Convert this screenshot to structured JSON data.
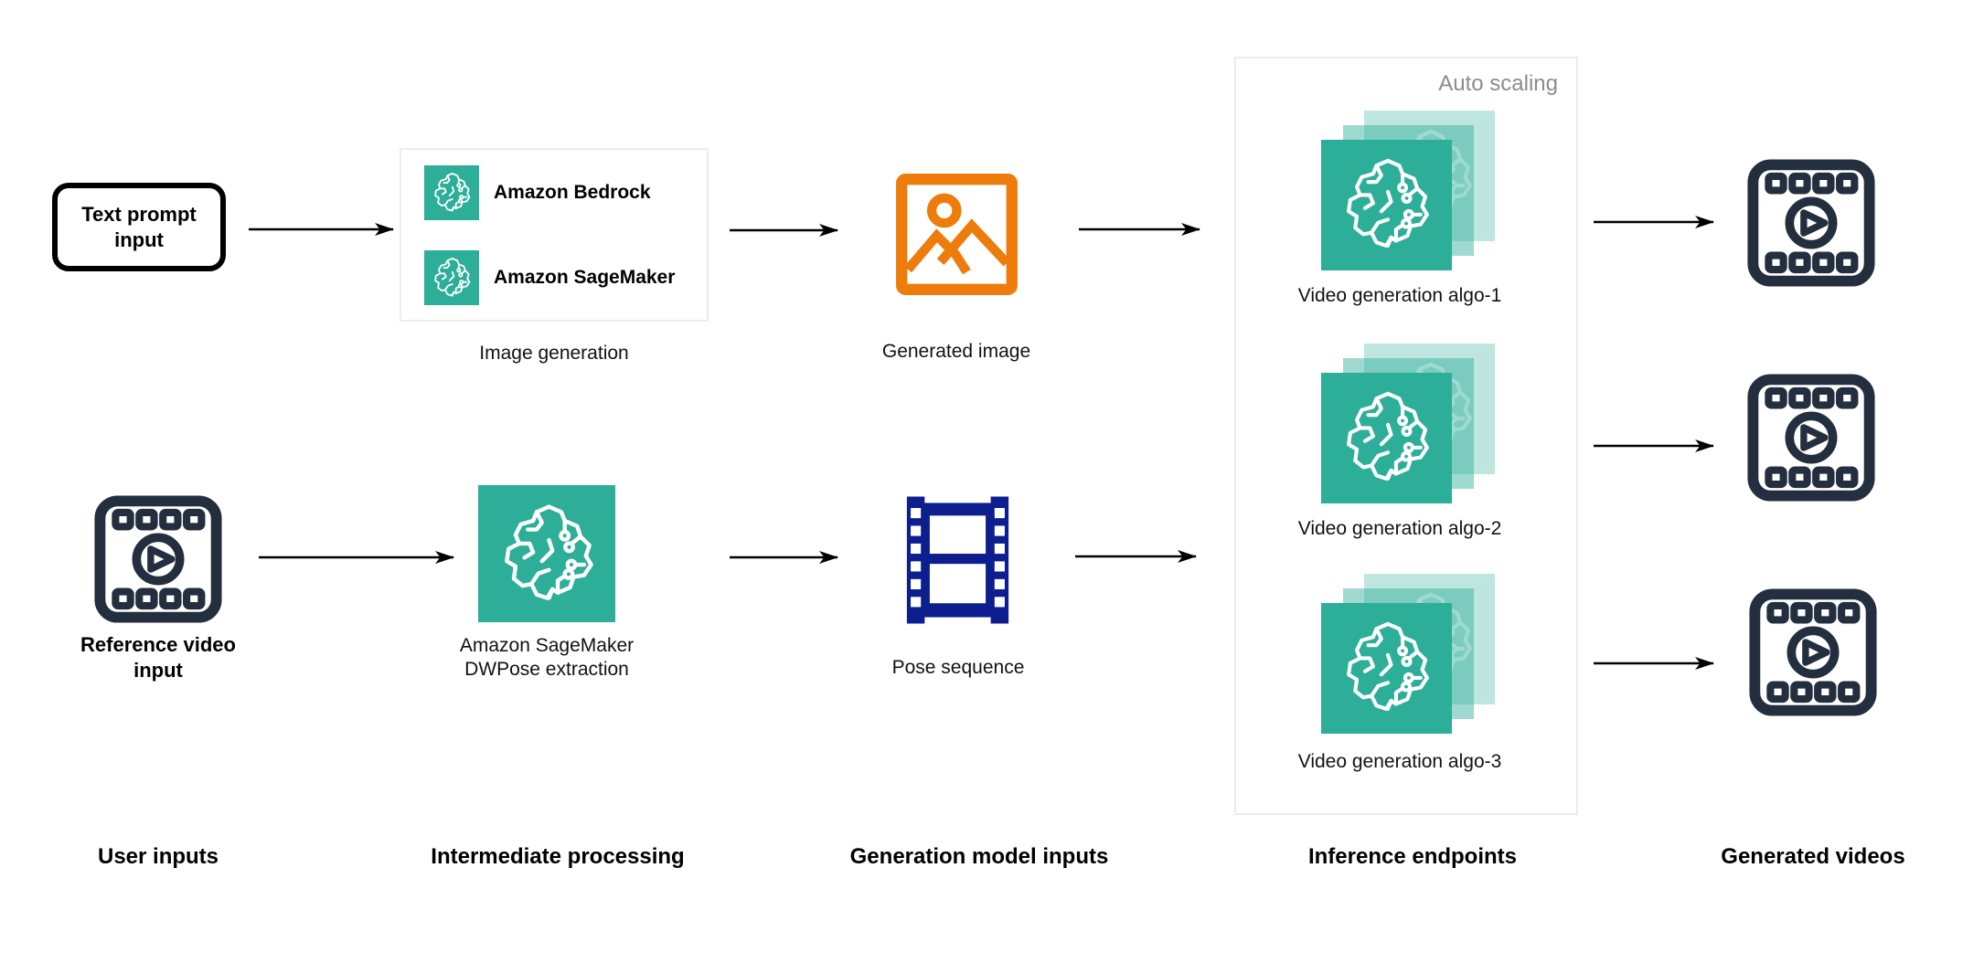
{
  "colors": {
    "teal": "#2CAE98",
    "orange": "#ED7C0B",
    "navy": "#232F3E",
    "film_blue": "#0D1E8F",
    "muted_gray": "#8C8C8C",
    "box_border": "#ECECEC",
    "arrow_black": "#000000"
  },
  "flow": {
    "user_inputs": {
      "column_label": "User inputs",
      "text_prompt": {
        "label": "Text prompt input"
      },
      "reference_video": {
        "label": "Reference video input",
        "icon": "video-player-icon"
      }
    },
    "intermediate_processing": {
      "column_label": "Intermediate processing",
      "image_generation": {
        "caption": "Image generation",
        "services": [
          {
            "label": "Amazon Bedrock",
            "icon": "ml-brain-icon"
          },
          {
            "label": "Amazon SageMaker",
            "icon": "ml-brain-icon"
          }
        ]
      },
      "dwpose": {
        "icon": "ml-brain-icon",
        "lines": [
          "Amazon SageMaker",
          "DWPose extraction"
        ]
      }
    },
    "generation_model_inputs": {
      "column_label": "Generation model inputs",
      "generated_image": {
        "caption": "Generated image",
        "icon": "picture-icon"
      },
      "pose_sequence": {
        "caption": "Pose sequence",
        "icon": "film-strip-icon"
      }
    },
    "inference_endpoints": {
      "column_label": "Inference endpoints",
      "auto_scaling_label": "Auto scaling",
      "endpoints": [
        {
          "label": "Video generation algo-1",
          "icon": "ml-brain-icon"
        },
        {
          "label": "Video generation algo-2",
          "icon": "ml-brain-icon"
        },
        {
          "label": "Video generation algo-3",
          "icon": "ml-brain-icon"
        }
      ]
    },
    "generated_videos": {
      "column_label": "Generated videos",
      "videos": [
        {
          "icon": "video-player-icon"
        },
        {
          "icon": "video-player-icon"
        },
        {
          "icon": "video-player-icon"
        }
      ]
    }
  }
}
